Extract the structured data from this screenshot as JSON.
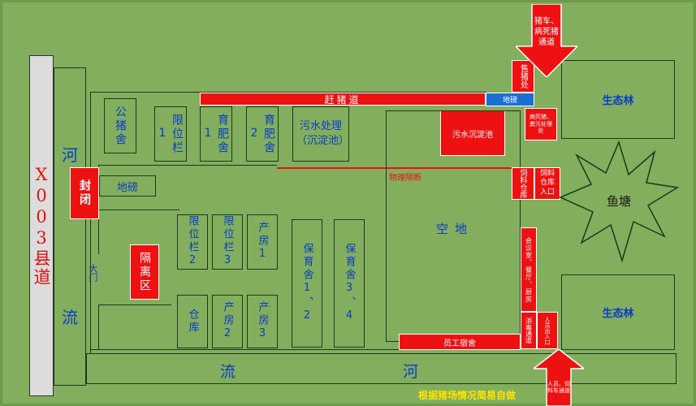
{
  "road": {
    "label": "X003县道"
  },
  "river": {
    "left_top": "河",
    "left_bottom": "流",
    "bottom_left": "流",
    "bottom_right": "河"
  },
  "arrows": {
    "top": "猪车、病死猪通道",
    "bottom": "人员、饲料车通道"
  },
  "buildings": {
    "boar_house": "公猪舍",
    "crate1": "限位栏1",
    "fattening1": "育肥舍1",
    "fattening2": "育肥舍2",
    "sewage": "污水处理（沉淀池）",
    "crate2": "限位栏2",
    "crate3": "限位栏3",
    "farrow1": "产房1",
    "nursery12": "保育舍1、2",
    "nursery34": "保育舍3、4",
    "warehouse": "仓库",
    "farrow2": "产房2",
    "farrow3": "产房3",
    "scale_left": "地磅",
    "gate_label": "大门",
    "open_space": "空地",
    "fish_pond": "鱼塘",
    "eco_forest_top": "生态林",
    "eco_forest_bottom": "生态林"
  },
  "red_labels": {
    "pig_path": "赶猪道",
    "sale": "售猪处",
    "scale_right": "地磅",
    "dead_pig": "病死猪、粪污处理处",
    "sedimentation": "污水沉淀池",
    "isolation_line": "物理隔断",
    "feed_wh": "饲料仓库",
    "feed_entry": "饲料仓库入口",
    "meeting": "会议室、餐厅、厨房",
    "disinfect": "消毒通道",
    "staff_entry": "人员出入口",
    "staff_dorm": "员工宿舍",
    "sealed": "封闭",
    "quarantine": "隔离区"
  },
  "footer": {
    "caption": "根据猪场情况简易自做"
  },
  "colors": {
    "background": "#82ae5e",
    "red": "#ee1111",
    "blue_text": "#0a3cc8",
    "scale_blue": "#1a6fd1",
    "footer_text": "#ffe400",
    "road": "#dcdcdc"
  }
}
